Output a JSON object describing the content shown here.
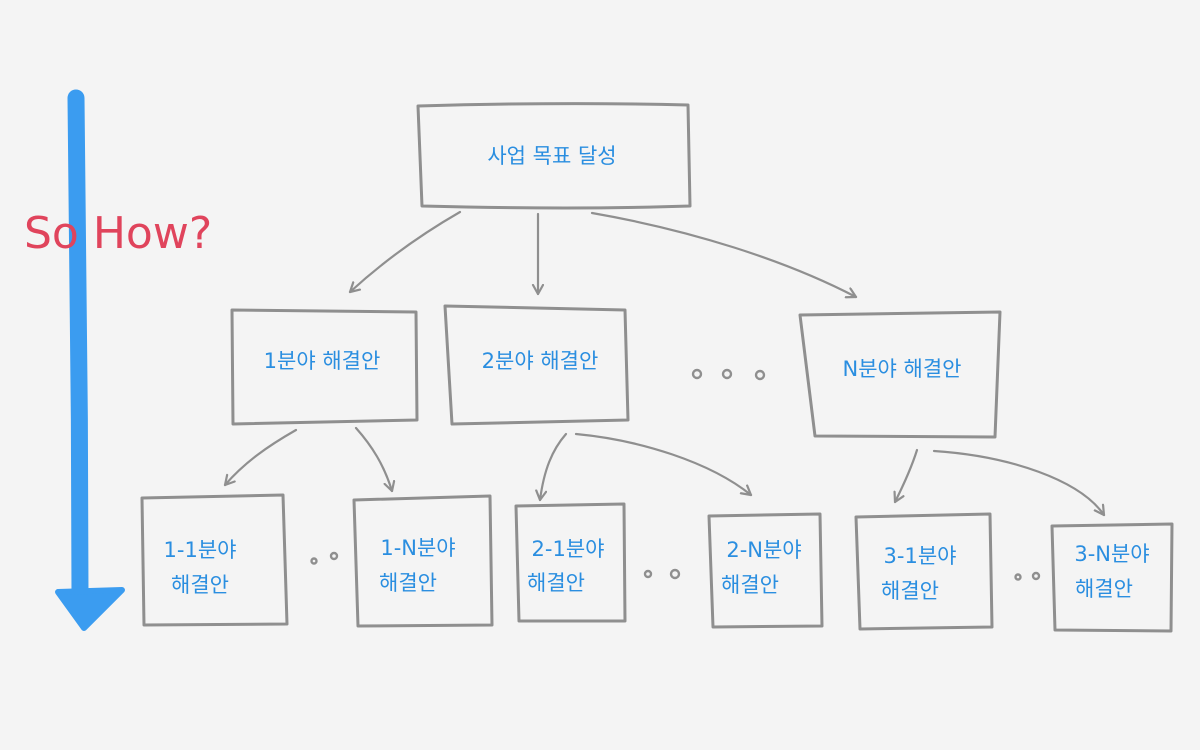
{
  "diagram": {
    "side_label": "So How?",
    "goal": {
      "label": "사업 목표 달성"
    },
    "fields": [
      {
        "label": "1분야 해결안"
      },
      {
        "label": "2분야 해결안"
      },
      {
        "label": "N분야 해결안"
      }
    ],
    "subfields": [
      {
        "line1": "1-1분야",
        "line2": "해결안"
      },
      {
        "line1": "1-N분야",
        "line2": "해결안"
      },
      {
        "line1": "2-1분야",
        "line2": "해결안"
      },
      {
        "line1": "2-N분야",
        "line2": "해결안"
      },
      {
        "line1": "3-1분야",
        "line2": "해결안"
      },
      {
        "line1": "3-N분야",
        "line2": "해결안"
      }
    ],
    "colors": {
      "box_text": "#2a8ee0",
      "box_stroke": "#8f8f8f",
      "side_arrow": "#3b9cf0",
      "side_label": "#e0445c",
      "background": "#f4f4f4"
    }
  }
}
